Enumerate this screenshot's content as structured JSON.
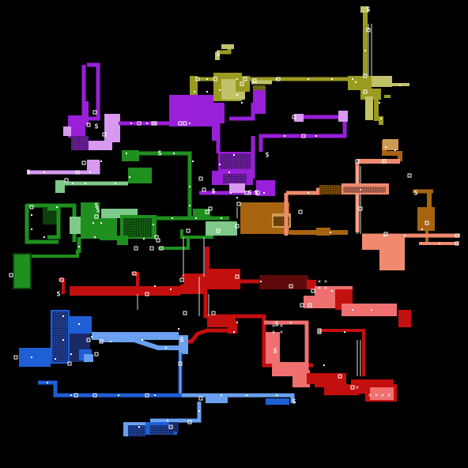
{
  "map": {
    "background": "#000000",
    "connector_color": "#dddddd",
    "marker_color": "#ffffff",
    "save_glyph": "S",
    "item_glyph": "✕",
    "regions": [
      {
        "name": "olive",
        "color": "#9b9b22",
        "light": "#c2c26a",
        "dark": "#5b5b18"
      },
      {
        "name": "purple",
        "color": "#9a1fd8",
        "light": "#d79af0",
        "dark": "#4d1a73"
      },
      {
        "name": "green",
        "color": "#1f8f1f",
        "light": "#7fc98a",
        "dark": "#0c3f0c"
      },
      {
        "name": "brown",
        "color": "#a76410",
        "light": "#cf9a55",
        "dark": "#5a3606"
      },
      {
        "name": "salmon",
        "color": "#f08a6f",
        "light": "#ffc0ad",
        "dark": "#8a4e3d"
      },
      {
        "name": "red",
        "color": "#c40f0f",
        "light": "#f07070",
        "dark": "#5e0a0a"
      },
      {
        "name": "blue",
        "color": "#1f5fd6",
        "light": "#6aa0f0",
        "dark": "#1a2a66"
      }
    ]
  }
}
